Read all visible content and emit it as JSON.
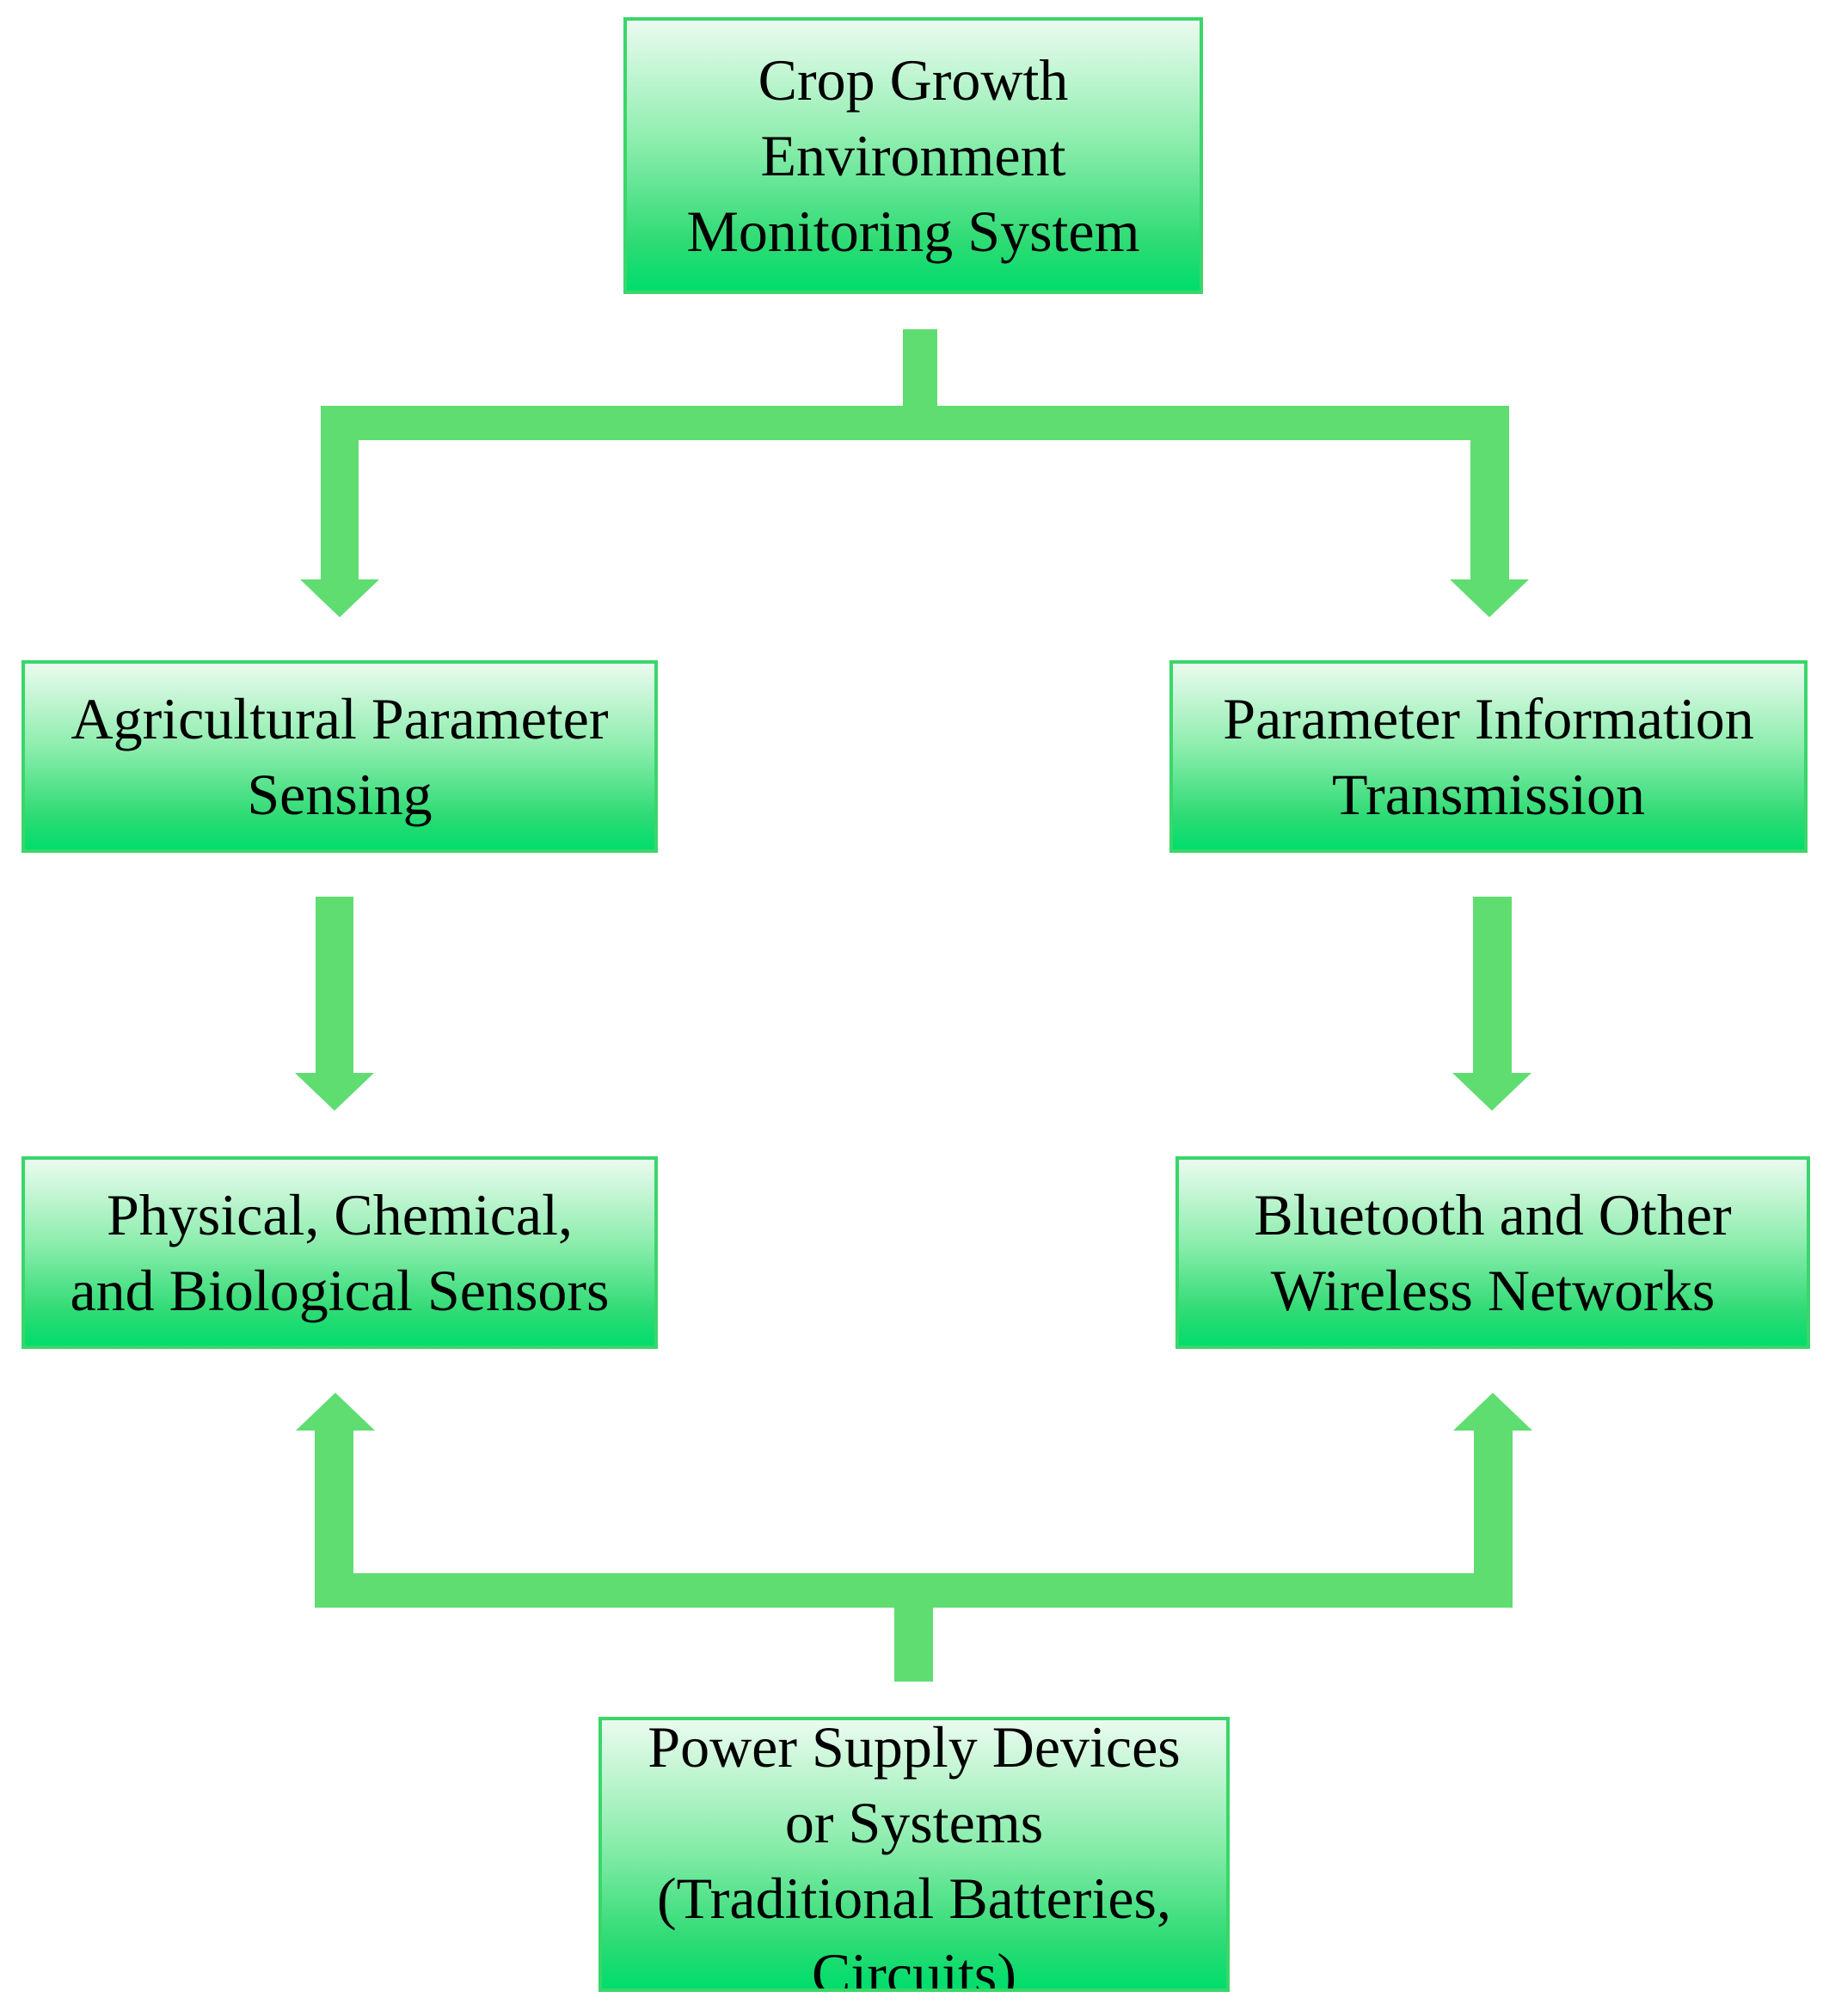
{
  "colors": {
    "connector": "#5fdd71",
    "box_border": "#3ad66a",
    "box_fill_top": "#eafbef",
    "box_fill_bottom": "#00dd6c",
    "text": "#000000"
  },
  "nodes": {
    "top": "Crop Growth\nEnvironment\nMonitoring System",
    "agricultural_sensing": "Agricultural Parameter\nSensing",
    "info_transmission": "Parameter Information\nTransmission",
    "sensors": "Physical, Chemical,\nand Biological Sensors",
    "wireless": "Bluetooth and Other\nWireless Networks",
    "power": "Power Supply Devices\nor Systems\n(Traditional Batteries,\nCircuits)"
  }
}
